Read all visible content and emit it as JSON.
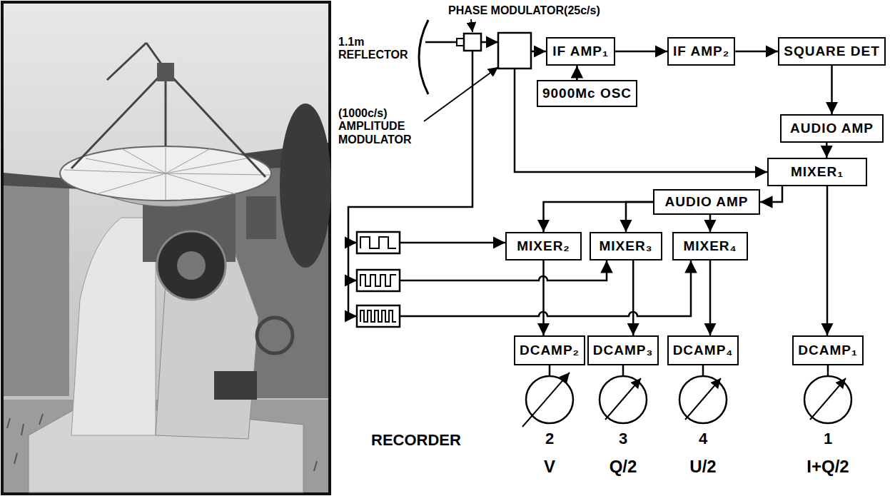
{
  "diagram": {
    "nodes": [
      {
        "text": [
          "IF AMP₁"
        ]
      },
      {
        "text": [
          "IF AMP₂"
        ]
      },
      {
        "text": [
          "SQUARE DET"
        ]
      },
      {
        "text": [
          "9000Mc OSC"
        ]
      },
      {
        "text": [
          "AUDIO AMP"
        ]
      },
      {
        "text": [
          "MIXER₁"
        ]
      },
      {
        "text": [
          "AUDIO AMP"
        ]
      },
      {
        "text": [
          "MIXER₂"
        ]
      },
      {
        "text": [
          "MIXER₃"
        ]
      },
      {
        "text": [
          "MIXER₄"
        ]
      },
      {
        "text": [
          "DCAMP₂"
        ]
      },
      {
        "text": [
          "DCAMP₃"
        ]
      },
      {
        "text": [
          "DCAMP₄"
        ]
      },
      {
        "text": [
          "DCAMP₁"
        ]
      }
    ],
    "edges": [
      {
        "from": 0,
        "to": 1,
        "arrow": "to"
      },
      {
        "from": 1,
        "to": 2,
        "arrow": "to"
      },
      {
        "from": 3,
        "to": 0,
        "arrow": "to"
      },
      {
        "from": 2,
        "to": 4,
        "arrow": "to"
      },
      {
        "from": 4,
        "to": 5,
        "arrow": "to"
      },
      {
        "from": 5,
        "to": 6,
        "arrow": "to"
      },
      {
        "from": 5,
        "to": 13,
        "arrow": "to"
      },
      {
        "from": 6,
        "to": 7,
        "arrow": "to"
      },
      {
        "from": 6,
        "to": 8,
        "arrow": "to"
      },
      {
        "from": 6,
        "to": 9,
        "arrow": "to"
      },
      {
        "from": 7,
        "to": 10,
        "arrow": "to"
      },
      {
        "from": 8,
        "to": 11,
        "arrow": "to"
      },
      {
        "from": 9,
        "to": 12,
        "arrow": "to"
      }
    ],
    "labels": [
      "PHASE MODULATOR(25c/s)",
      "1.1m REFLECTOR",
      "(1000c/s) AMPLITUDE MODULATOR",
      "RECORDER",
      "2",
      "V",
      "3",
      "Q/2",
      "4",
      "U/2",
      "1",
      "I+Q/2"
    ]
  }
}
